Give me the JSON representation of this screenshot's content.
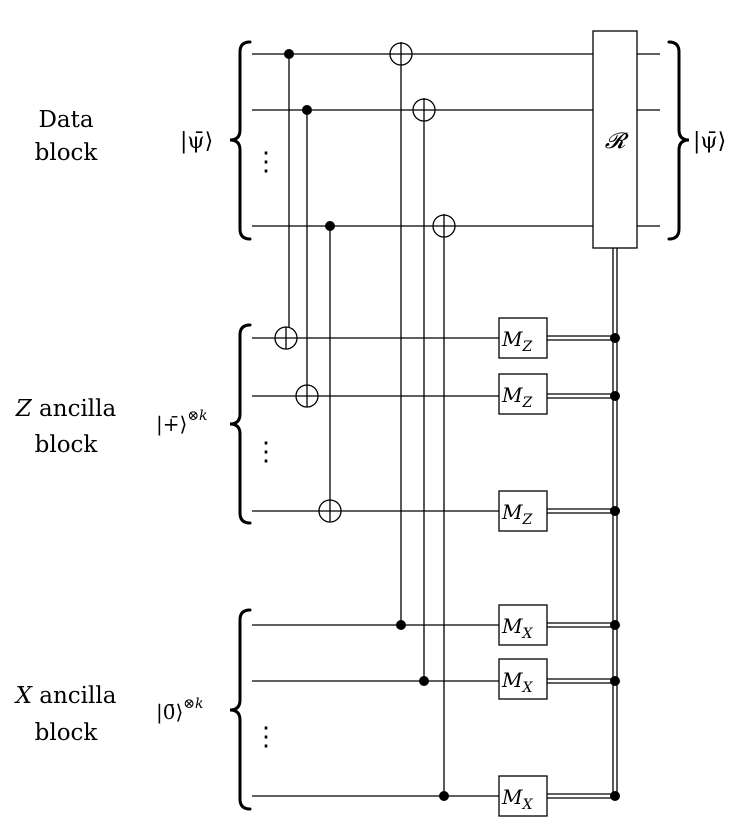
{
  "blocks": {
    "data": {
      "name_line1": "Data",
      "name_line2": "block",
      "state_left": "|ψ̄⟩",
      "state_right": "|ψ̄⟩"
    },
    "z_ancilla": {
      "name_letter": "Z",
      "name_rest": " ancilla",
      "name_line2": "block",
      "state_base": "|+̄⟩",
      "state_exp": "⊗k"
    },
    "x_ancilla": {
      "name_letter": "X",
      "name_rest": " ancilla",
      "name_line2": "block",
      "state_base": "|0̄⟩",
      "state_exp": "⊗k"
    }
  },
  "gates": {
    "recovery": "𝓡",
    "mz_base": "M",
    "mz_sub": "Z",
    "mx_base": "M",
    "mx_sub": "X"
  },
  "ellipsis": "⋮"
}
